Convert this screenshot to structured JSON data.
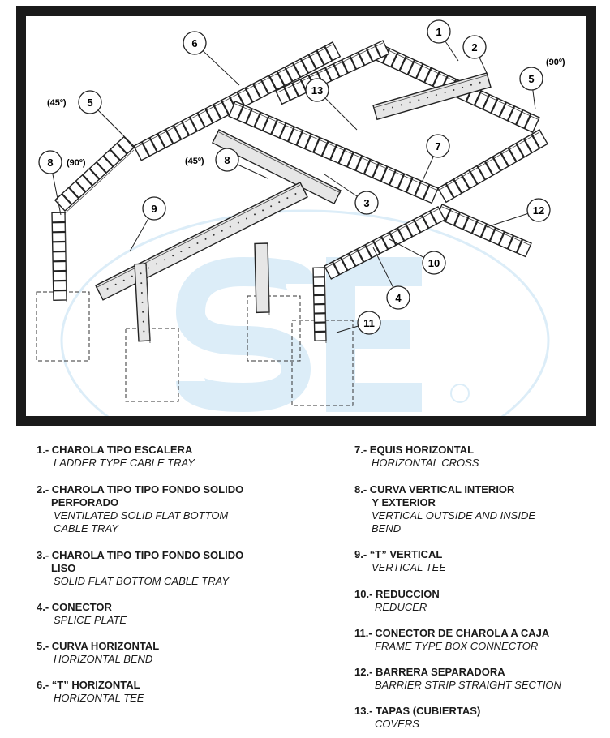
{
  "logo": {
    "text": "SE",
    "mark": "®",
    "color": "#4aa8dc"
  },
  "diagram": {
    "callouts": [
      {
        "num": "1"
      },
      {
        "num": "2"
      },
      {
        "num": "5"
      },
      {
        "num": "6"
      },
      {
        "num": "13"
      },
      {
        "num": "5"
      },
      {
        "num": "7"
      },
      {
        "num": "8"
      },
      {
        "num": "8"
      },
      {
        "num": "3"
      },
      {
        "num": "9"
      },
      {
        "num": "12"
      },
      {
        "num": "10"
      },
      {
        "num": "4"
      },
      {
        "num": "11"
      }
    ],
    "angles": [
      "(90º)",
      "(45º)",
      "(90º)",
      "(45º)"
    ]
  },
  "legend": {
    "left": [
      {
        "es": "1.- CHAROLA TIPO ESCALERA",
        "en": "LADDER TYPE CABLE TRAY"
      },
      {
        "es": "2.- CHAROLA TIPO TIPO FONDO SOLIDO\n     PERFORADO",
        "en": "VENTILATED SOLID FLAT BOTTOM\nCABLE TRAY"
      },
      {
        "es": "3.- CHAROLA TIPO TIPO FONDO SOLIDO\n     LISO",
        "en": "SOLID FLAT BOTTOM CABLE TRAY"
      },
      {
        "es": "4.- CONECTOR",
        "en": "SPLICE PLATE"
      },
      {
        "es": "5.- CURVA HORIZONTAL",
        "en": "HORIZONTAL BEND"
      },
      {
        "es": "6.- “T” HORIZONTAL",
        "en": "HORIZONTAL TEE"
      }
    ],
    "right": [
      {
        "es": "7.- EQUIS HORIZONTAL",
        "en": "HORIZONTAL CROSS"
      },
      {
        "es": "8.- CURVA VERTICAL INTERIOR\n      Y EXTERIOR",
        "en": "VERTICAL OUTSIDE AND INSIDE\nBEND"
      },
      {
        "es": "9.- “T” VERTICAL",
        "en": "VERTICAL TEE"
      },
      {
        "es": "10.- REDUCCION",
        "en": "REDUCER"
      },
      {
        "es": "11.- CONECTOR DE CHAROLA A CAJA",
        "en": "FRAME TYPE BOX CONNECTOR"
      },
      {
        "es": "12.- BARRERA SEPARADORA",
        "en": "BARRIER STRIP STRAIGHT SECTION"
      },
      {
        "es": "13.- TAPAS (CUBIERTAS)",
        "en": "COVERS"
      }
    ]
  }
}
